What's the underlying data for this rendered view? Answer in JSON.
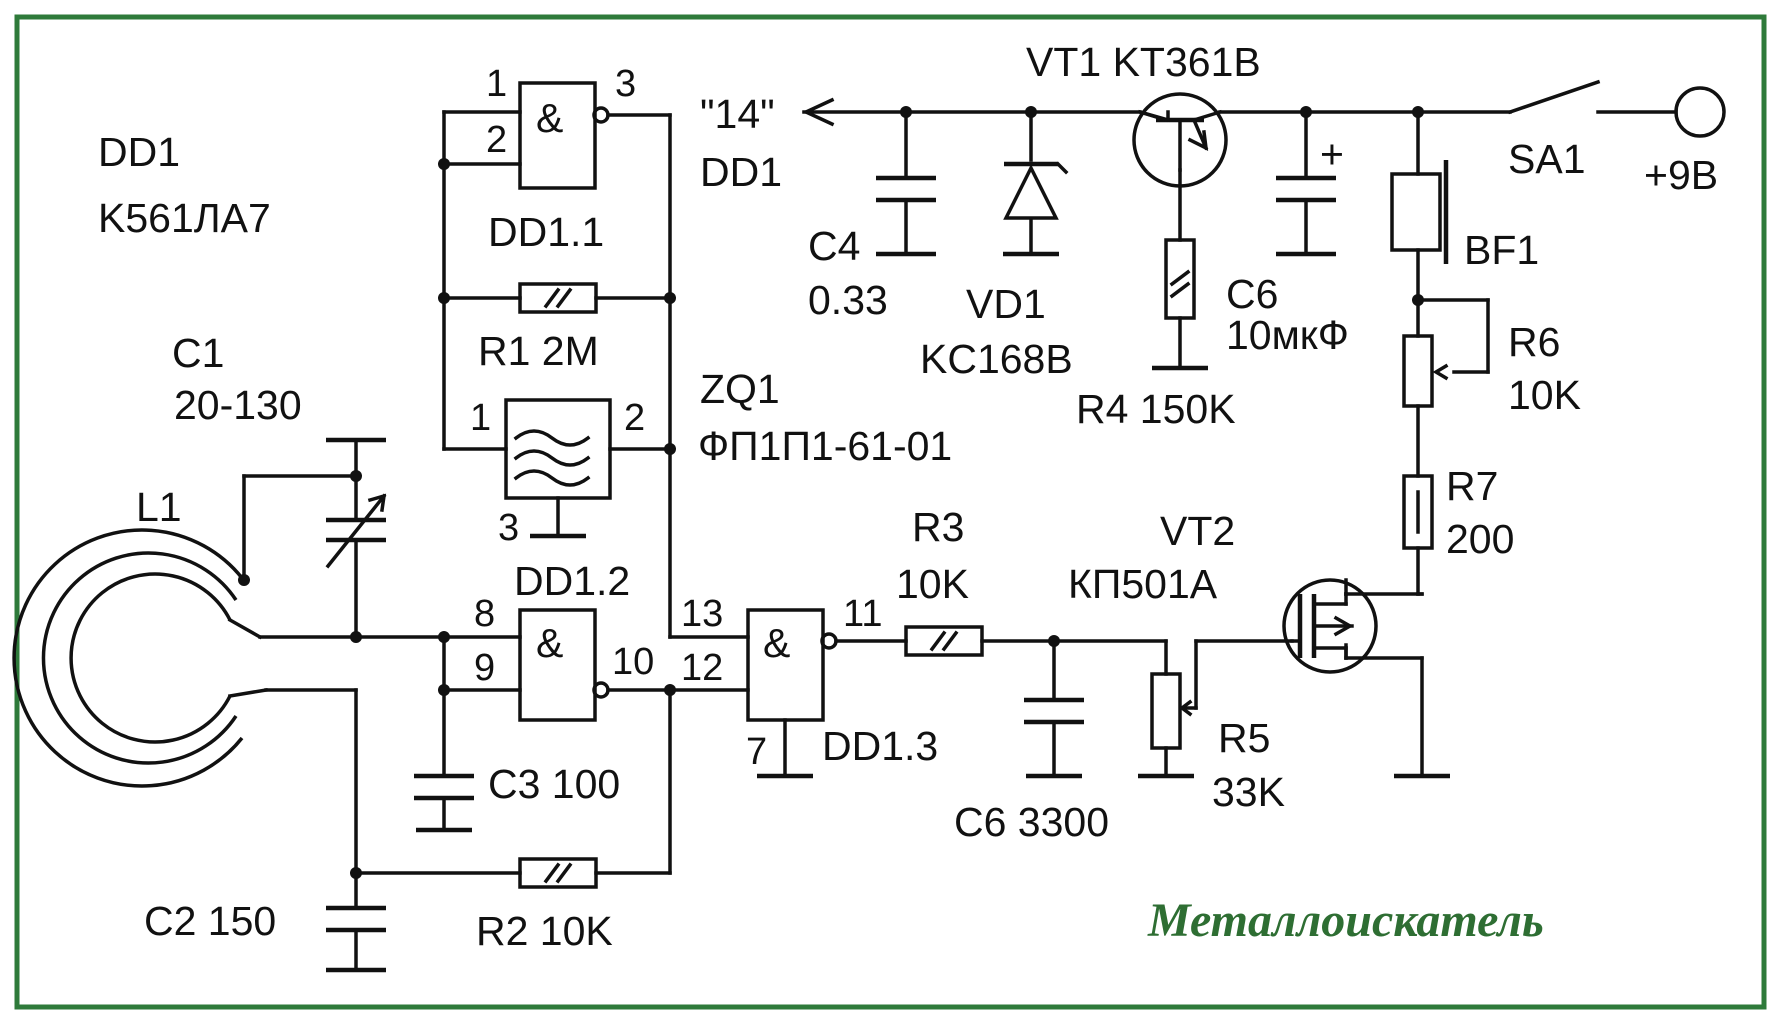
{
  "title": "Металлоискатель",
  "colors": {
    "border": "#2e7a3a",
    "title": "#2e6e33",
    "ink": "#111111",
    "background": "#ffffff"
  },
  "chip": {
    "ref": "DD1",
    "type": "K561ЛА7"
  },
  "gates": {
    "dd11": {
      "label": "DD1.1",
      "symbol": "&",
      "pins": [
        "1",
        "2",
        "3"
      ]
    },
    "dd12": {
      "label": "DD1.2",
      "symbol": "&",
      "pins": [
        "8",
        "9",
        "10"
      ]
    },
    "dd13": {
      "label": "DD1.3",
      "symbol": "&",
      "pins": [
        "13",
        "12",
        "11",
        "7"
      ]
    }
  },
  "filter": {
    "ref": "ZQ1",
    "type": "ФП1П1-61-01",
    "pins": [
      "1",
      "2",
      "3"
    ]
  },
  "components": {
    "r1": "R1 2M",
    "r2": "R2 10K",
    "r3_ref": "R3",
    "r3_value": "10K",
    "r4": "R4 150K",
    "r5_ref": "R5",
    "r5_value": "33K",
    "r6_ref": "R6",
    "r6_value": "10K",
    "r7_ref": "R7",
    "r7_value": "200",
    "c1_ref": "C1",
    "c1_value": "20-130",
    "c2": "C2 150",
    "c3": "C3 100",
    "c4_ref": "C4",
    "c4_value": "0.33",
    "c6a_ref": "C6",
    "c6a_value": "10мкФ",
    "c6b": "C6 3300",
    "vd1_ref": "VD1",
    "vd1_type": "KC168B",
    "vt1": "VT1 KT361B",
    "vt2_ref": "VT2",
    "vt2_type": "КП501А",
    "l1": "L1",
    "bf1": "BF1",
    "sa1": "SA1",
    "supply": "+9B",
    "plus": "+",
    "pin14": "\"14\"",
    "pin14_chip": "DD1"
  }
}
